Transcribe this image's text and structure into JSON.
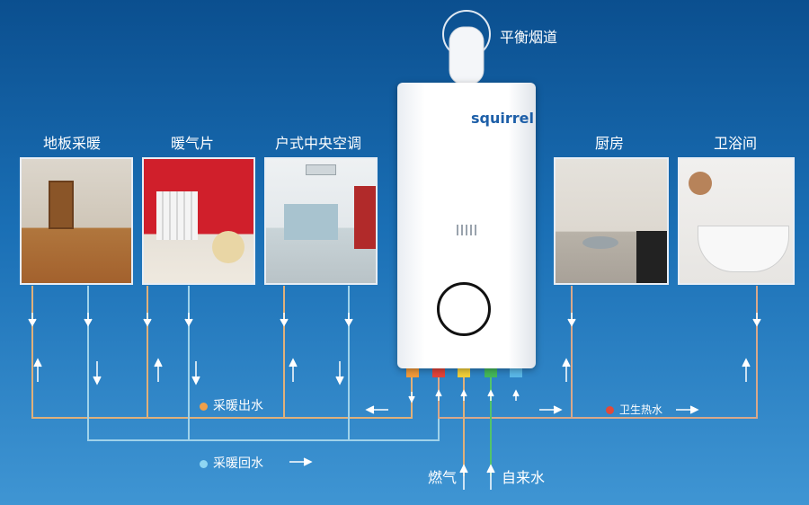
{
  "flue_label": "平衡烟道",
  "brand": "squirrel",
  "rooms_left": [
    {
      "label": "地板采暖"
    },
    {
      "label": "暖气片"
    },
    {
      "label": "户式中央空调"
    }
  ],
  "rooms_right": [
    {
      "label": "厨房"
    },
    {
      "label": "卫浴间"
    }
  ],
  "legend": {
    "heating_out": "采暖出水",
    "heating_return": "采暖回水",
    "hot_water": "卫生热水"
  },
  "inlets": {
    "gas": "燃气",
    "tap_water": "自来水"
  },
  "colors": {
    "heating_out": "#f0a04a",
    "heating_return": "#8fd6f2",
    "hot_water": "#e04a3a",
    "gas": "#e8b24a",
    "tap_water": "#52c46a",
    "pipe_hot": "#d9b48a"
  }
}
